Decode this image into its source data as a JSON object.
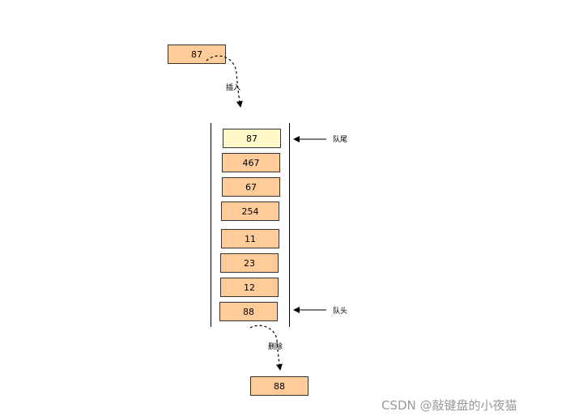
{
  "incoming": "87",
  "insert_label": "插入",
  "queue": [
    "87",
    "467",
    "67",
    "254",
    "11",
    "23",
    "12",
    "88"
  ],
  "tail_label": "队尾",
  "head_label": "队头",
  "delete_label": "删除",
  "outgoing": "88",
  "watermark": "CSDN @敲键盘的小夜猫",
  "colors": {
    "box": "#FFCC99",
    "new_item": "#FFF8C8",
    "watermark": "#999999"
  }
}
